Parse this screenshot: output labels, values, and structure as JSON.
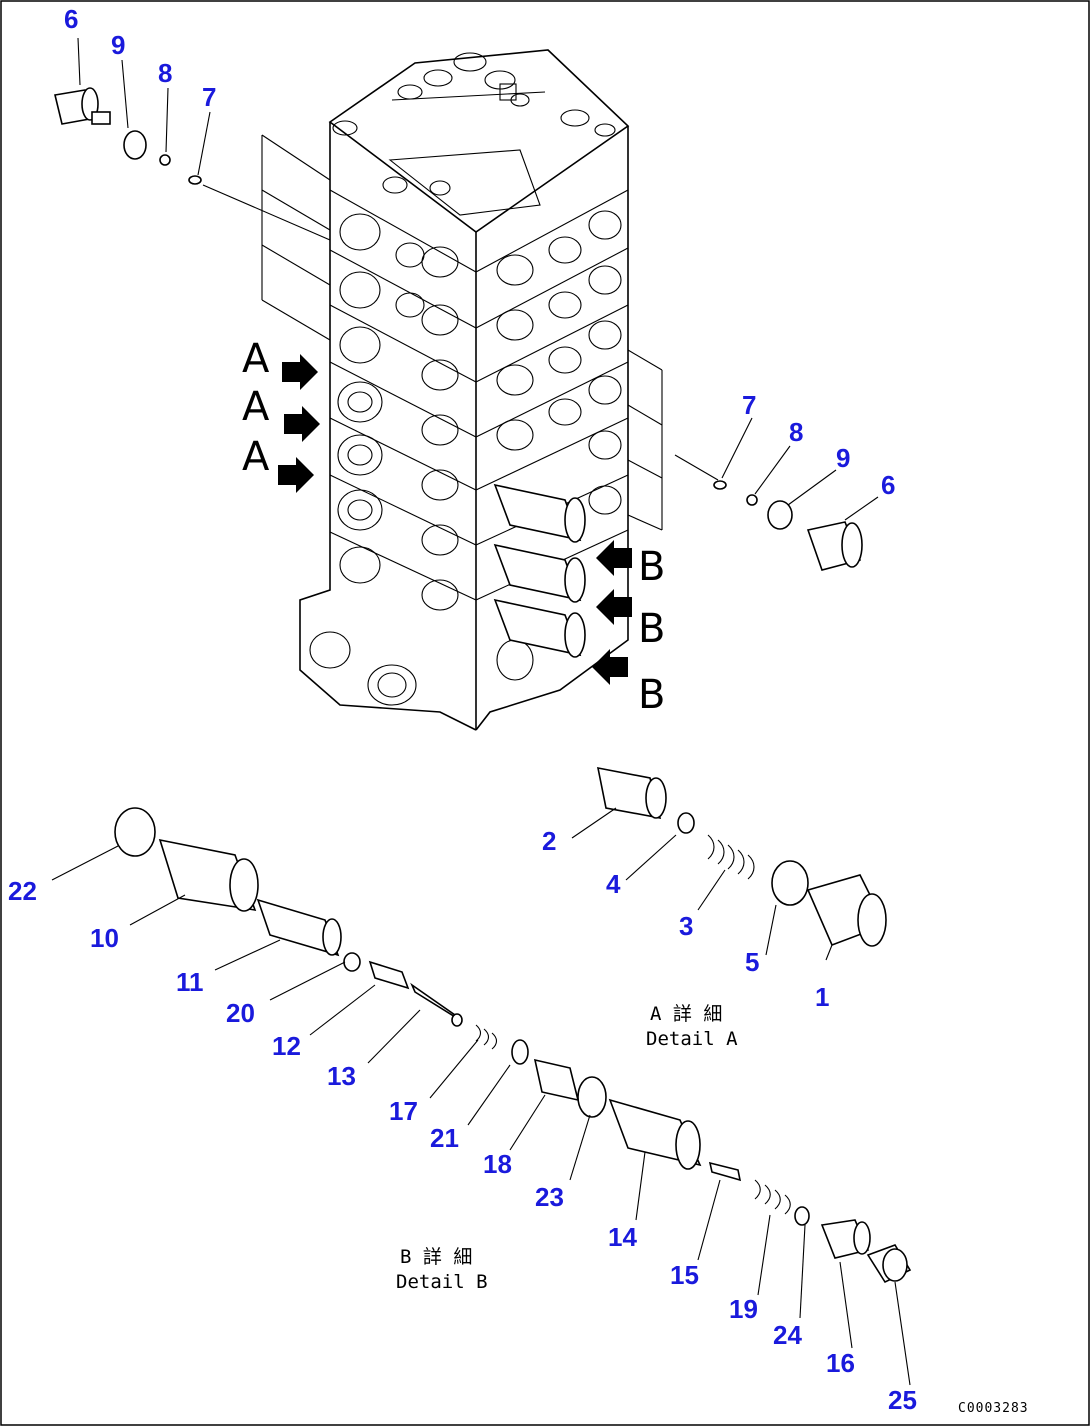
{
  "upper_labels": [
    "6",
    "9",
    "8",
    "7",
    "7",
    "8",
    "9",
    "6"
  ],
  "side_letters": {
    "left": [
      "A",
      "A",
      "A"
    ],
    "right": [
      "B",
      "B",
      "B"
    ]
  },
  "detail_a": {
    "labels": [
      "2",
      "4",
      "3",
      "5",
      "1"
    ],
    "caption_line1": "A 詳 細",
    "caption_line2": "Detail A"
  },
  "detail_b": {
    "labels": [
      "22",
      "10",
      "11",
      "20",
      "12",
      "13",
      "17",
      "21",
      "18",
      "23",
      "14",
      "15",
      "19",
      "24",
      "16",
      "25"
    ],
    "caption_line1": "B 詳 細",
    "caption_line2": "Detail B"
  },
  "drawing_code": "C0003283",
  "colors": {
    "part_number": "#1a1adc",
    "line": "#000000",
    "background": "#ffffff"
  }
}
